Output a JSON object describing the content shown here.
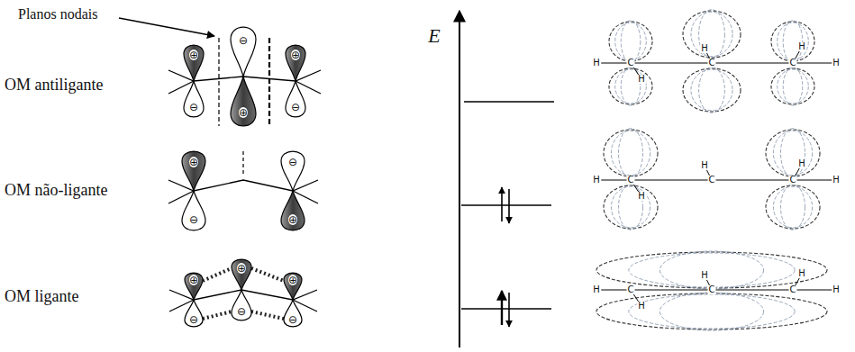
{
  "diagram": {
    "labels": [
      "Planos nodais",
      "OM antiligante",
      "OM não-ligante",
      "OM ligante",
      "E",
      "⊕",
      "⊖",
      "⊖",
      "⊕",
      "⊕",
      "⊖",
      "⊕",
      "⊖",
      "⊖",
      "⊕",
      "⊕",
      "⊖",
      "⊕",
      "⊖",
      "⊕",
      "⊖",
      "H",
      "C",
      "H",
      "H",
      "C",
      "C",
      "H",
      "H",
      "H",
      "C",
      "H",
      "H",
      "C",
      "C",
      "H",
      "H",
      "H",
      "C",
      "H",
      "H",
      "C",
      "C",
      "H",
      "H"
    ]
  }
}
